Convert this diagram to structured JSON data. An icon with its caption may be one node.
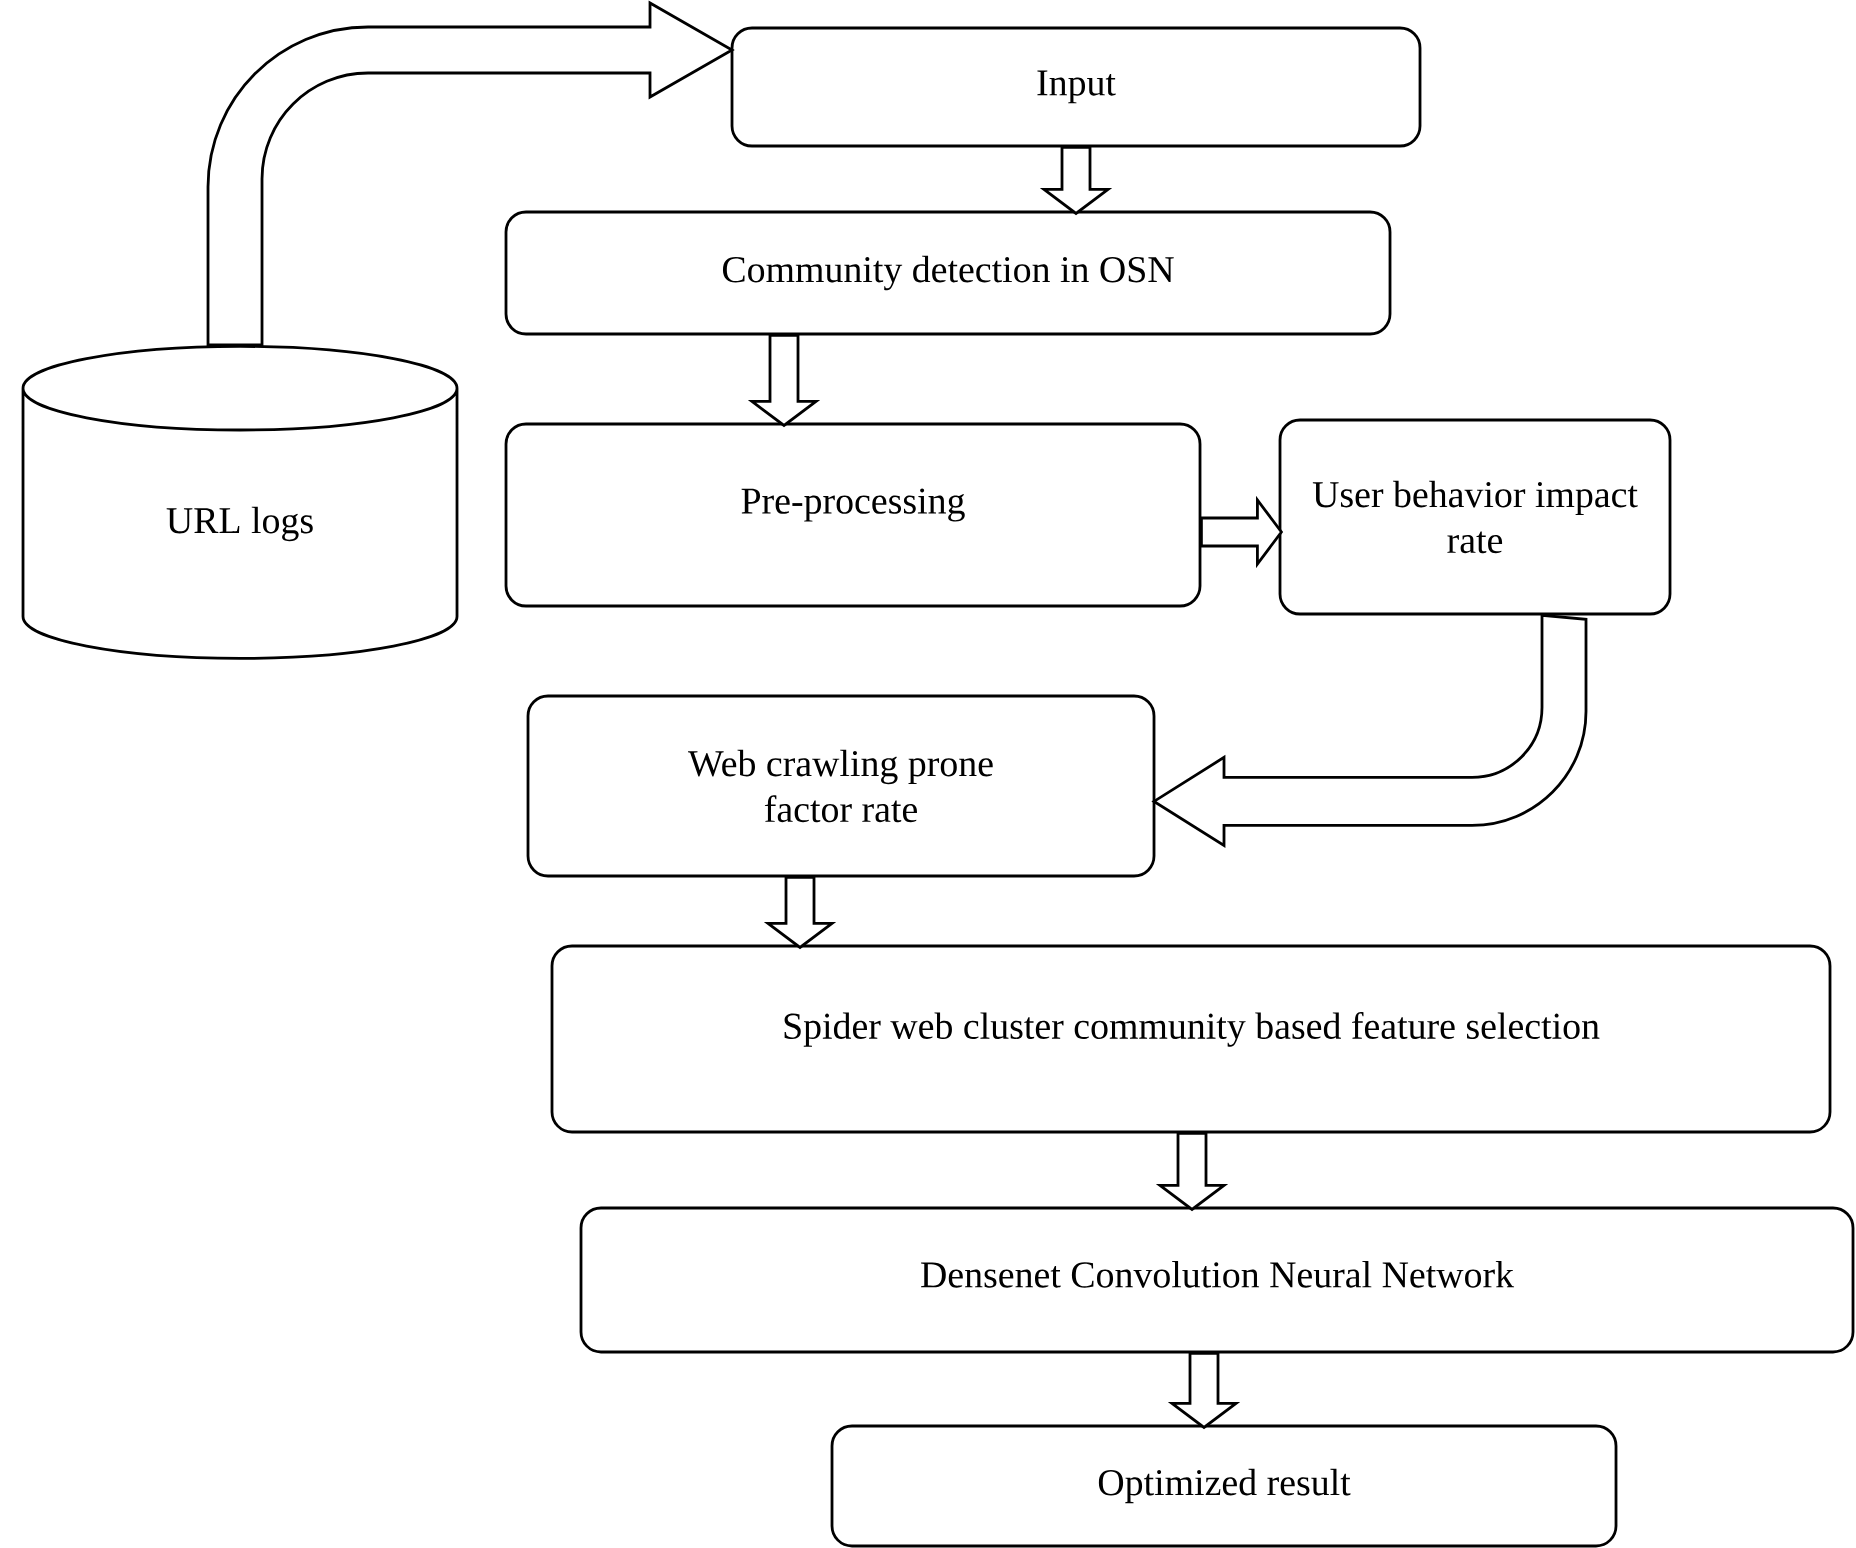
{
  "diagram": {
    "nodes": [
      {
        "text": [
          "Input"
        ]
      },
      {
        "text": [
          "Community detection in OSN"
        ]
      },
      {
        "text": [
          "Pre-processing"
        ]
      },
      {
        "text": [
          "User behavior impact rate"
        ]
      },
      {
        "text": [
          "Web crawling prone factor rate"
        ]
      },
      {
        "text": [
          "Spider web cluster community based feature selection"
        ]
      },
      {
        "text": [
          "Densenet Convolution Neural Network"
        ]
      },
      {
        "text": [
          "Optimized result"
        ]
      },
      {
        "text": [
          "URL logs"
        ]
      }
    ],
    "edges": [
      {
        "from": 8,
        "to": 0,
        "arrow": "to"
      },
      {
        "from": 0,
        "to": 1,
        "arrow": "to"
      },
      {
        "from": 1,
        "to": 2,
        "arrow": "to"
      },
      {
        "from": 2,
        "to": 3,
        "arrow": "to"
      },
      {
        "from": 3,
        "to": 4,
        "arrow": "to"
      },
      {
        "from": 4,
        "to": 5,
        "arrow": "to"
      },
      {
        "from": 5,
        "to": 6,
        "arrow": "to"
      },
      {
        "from": 6,
        "to": 7,
        "arrow": "to"
      }
    ]
  }
}
